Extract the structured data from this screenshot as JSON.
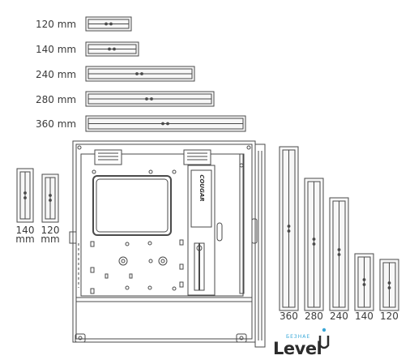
{
  "horizontal_sizes": [
    "120 mm",
    "140 mm",
    "240 mm",
    "280 mm",
    "360 mm"
  ],
  "side_sizes": [
    {
      "value": "140",
      "unit": "mm"
    },
    {
      "value": "120",
      "unit": "mm"
    }
  ],
  "right_sizes": [
    "360",
    "280",
    "240",
    "140",
    "120"
  ],
  "case_brand": "COUGAR",
  "watermark": {
    "top": "БЕЗНАЕ",
    "word": "Level"
  },
  "colors": {
    "line": "#4a4a4a",
    "fill": "#f7f7f7",
    "accent": "#3aa6d6"
  }
}
